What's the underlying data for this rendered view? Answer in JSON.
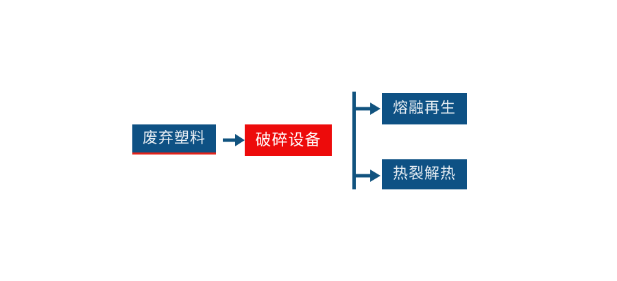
{
  "diagram": {
    "title": "",
    "type": "process-flow",
    "colors": {
      "primary_blue": "#0e5184",
      "accent_red": "#ed0b0b",
      "underline_red": "#e2241b",
      "node_text": "#e8eef3",
      "process_text": "#ffffff",
      "background": "#ffffff"
    },
    "nodes": {
      "source": {
        "label": "废弃塑料",
        "shape": "rectangle",
        "fill": "#0e5184",
        "text_color": "#e8eef3"
      },
      "process": {
        "label": "破碎设备",
        "shape": "rectangle",
        "fill": "#ed0b0b",
        "text_color": "#ffffff"
      },
      "output_1": {
        "label": "熔融再生",
        "shape": "rectangle",
        "fill": "#0e5184",
        "text_color": "#e8eef3"
      },
      "output_2": {
        "label": "热裂解热",
        "shape": "rectangle",
        "fill": "#0e5184",
        "text_color": "#e8eef3"
      }
    },
    "connectors": [
      {
        "name": "source-to-process",
        "from": "source",
        "to": "process",
        "style": "arrow-right",
        "color": "#0e5184",
        "label": ""
      },
      {
        "name": "process-branch-to-output-1",
        "from": "process",
        "to": "output_1",
        "style": "elbow-arrow-right",
        "color": "#0e5184",
        "label": ""
      },
      {
        "name": "process-branch-to-output-2",
        "from": "process",
        "to": "output_2",
        "style": "elbow-arrow-right",
        "color": "#0e5184",
        "label": ""
      }
    ]
  }
}
